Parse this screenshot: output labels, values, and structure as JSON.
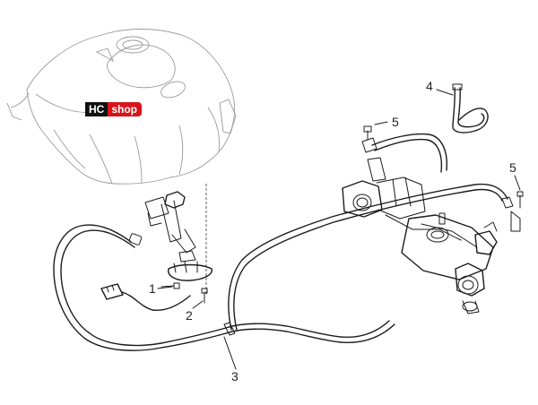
{
  "badge": {
    "part1": "HC",
    "part2": "shop",
    "colors": {
      "dark": "#111111",
      "accent": "#d8141b"
    }
  },
  "callouts": [
    "1",
    "2",
    "3",
    "4",
    "5",
    "5"
  ]
}
